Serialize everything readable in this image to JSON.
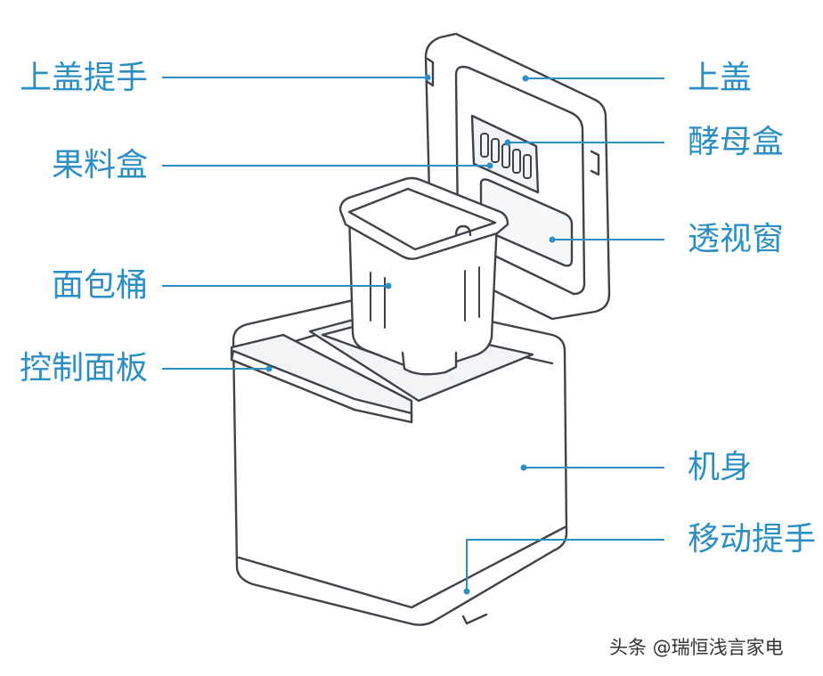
{
  "colors": {
    "label": "#2c8fc4",
    "leader": "#2c8fc4",
    "outline": "#3f4349",
    "body_fill": "#ffffff",
    "panel_fill": "#f3f4f5"
  },
  "labels": {
    "lid_handle": "上盖提手",
    "fruit_box": "果料盒",
    "bread_bucket": "面包桶",
    "control_panel": "控制面板",
    "lid": "上盖",
    "yeast_box": "酵母盒",
    "window": "透视窗",
    "body": "机身",
    "carry_handle": "移动提手"
  },
  "watermark": "头条 @瑞恒浅言家电"
}
